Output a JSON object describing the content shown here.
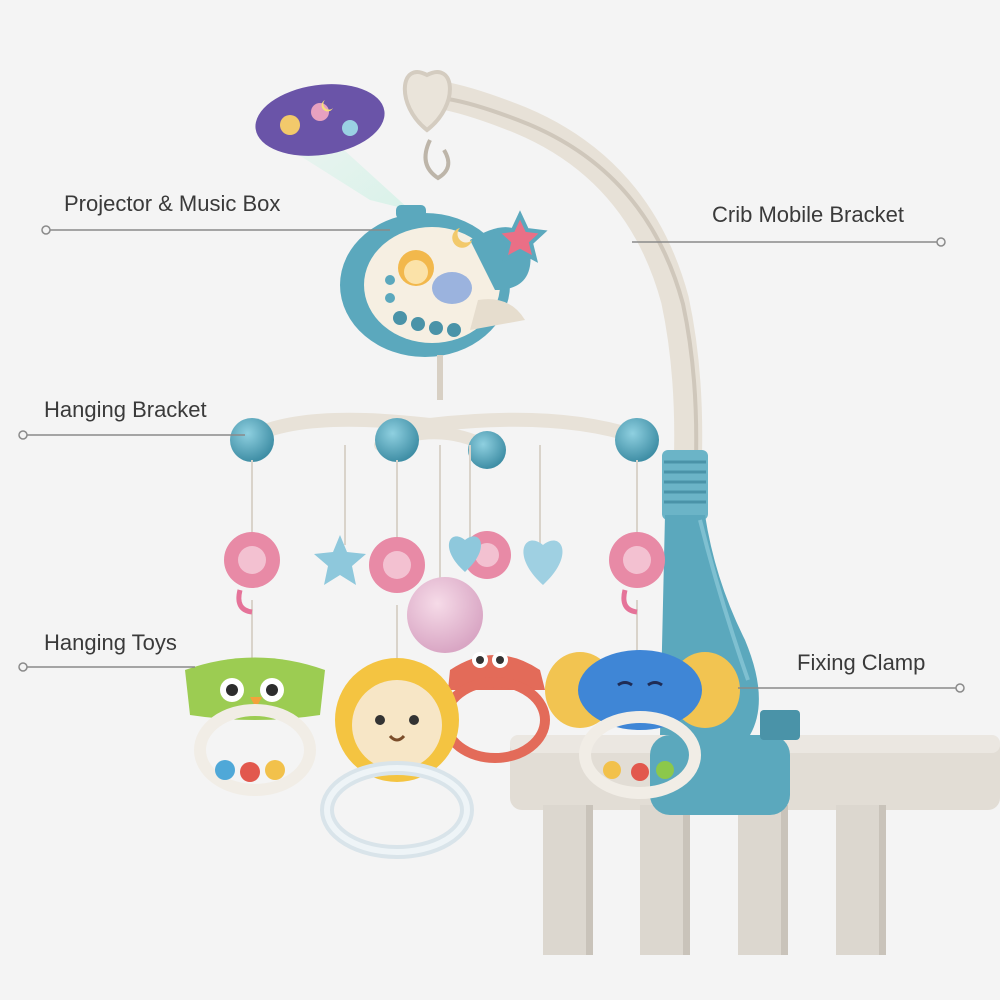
{
  "callouts": {
    "projector": "Projector & Music Box",
    "crib_bracket": "Crib Mobile Bracket",
    "hanging_bracket": "Hanging Bracket",
    "hanging_toys": "Hanging Toys",
    "fixing_clamp": "Fixing Clamp"
  },
  "colors": {
    "background": "#f4f4f4",
    "teal": "#5ba8bd",
    "cream": "#ece6dc",
    "pink": "#e88aa6",
    "label": "#3a3a3a",
    "leader_line": "#8a8a8a"
  }
}
